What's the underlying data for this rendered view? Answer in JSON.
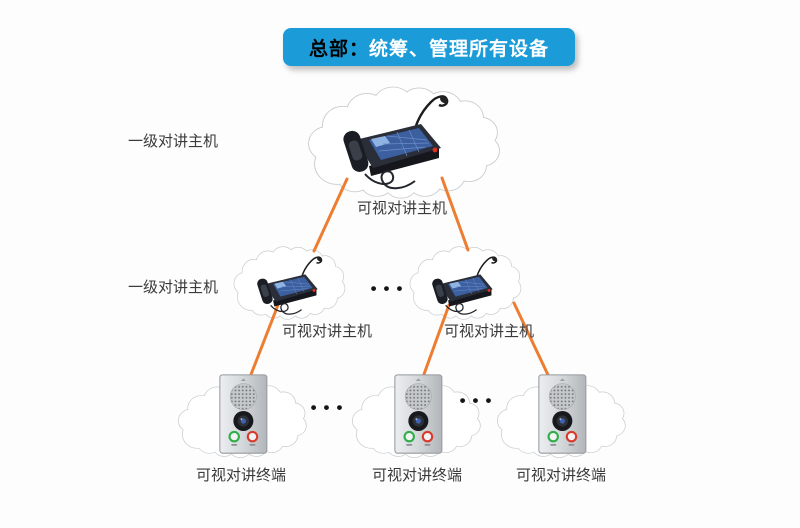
{
  "banner": {
    "prefix": "总部：",
    "text": "统筹、管理所有设备"
  },
  "side_labels": {
    "level1": "一级对讲主机",
    "level2": "一级对讲主机"
  },
  "node_labels": {
    "top_host": "可视对讲主机",
    "mid_left_host": "可视对讲主机",
    "mid_right_host": "可视对讲主机",
    "terminal_left": "可视对讲终端",
    "terminal_middle": "可视对讲终端",
    "terminal_right": "可视对讲终端"
  },
  "ellipsis": {
    "text": "•••"
  },
  "icons": {
    "cloud": "network-cloud",
    "console": "desktop-video-intercom-console",
    "terminal": "door-video-intercom-terminal"
  },
  "connections": [
    "top-host → mid-left-host",
    "top-host → mid-right-host",
    "mid-left-host → terminal-left",
    "mid-right-host → terminal-middle",
    "mid-right-host → terminal-right"
  ],
  "colors": {
    "banner_blue": "#1b9cd8",
    "line_orange": "#ed7d31",
    "banner_prefix_color": "#000000",
    "banner_text_color": "#ffffff",
    "cloud_outline": "#c9ccce",
    "label_color": "#3a3a3a"
  }
}
